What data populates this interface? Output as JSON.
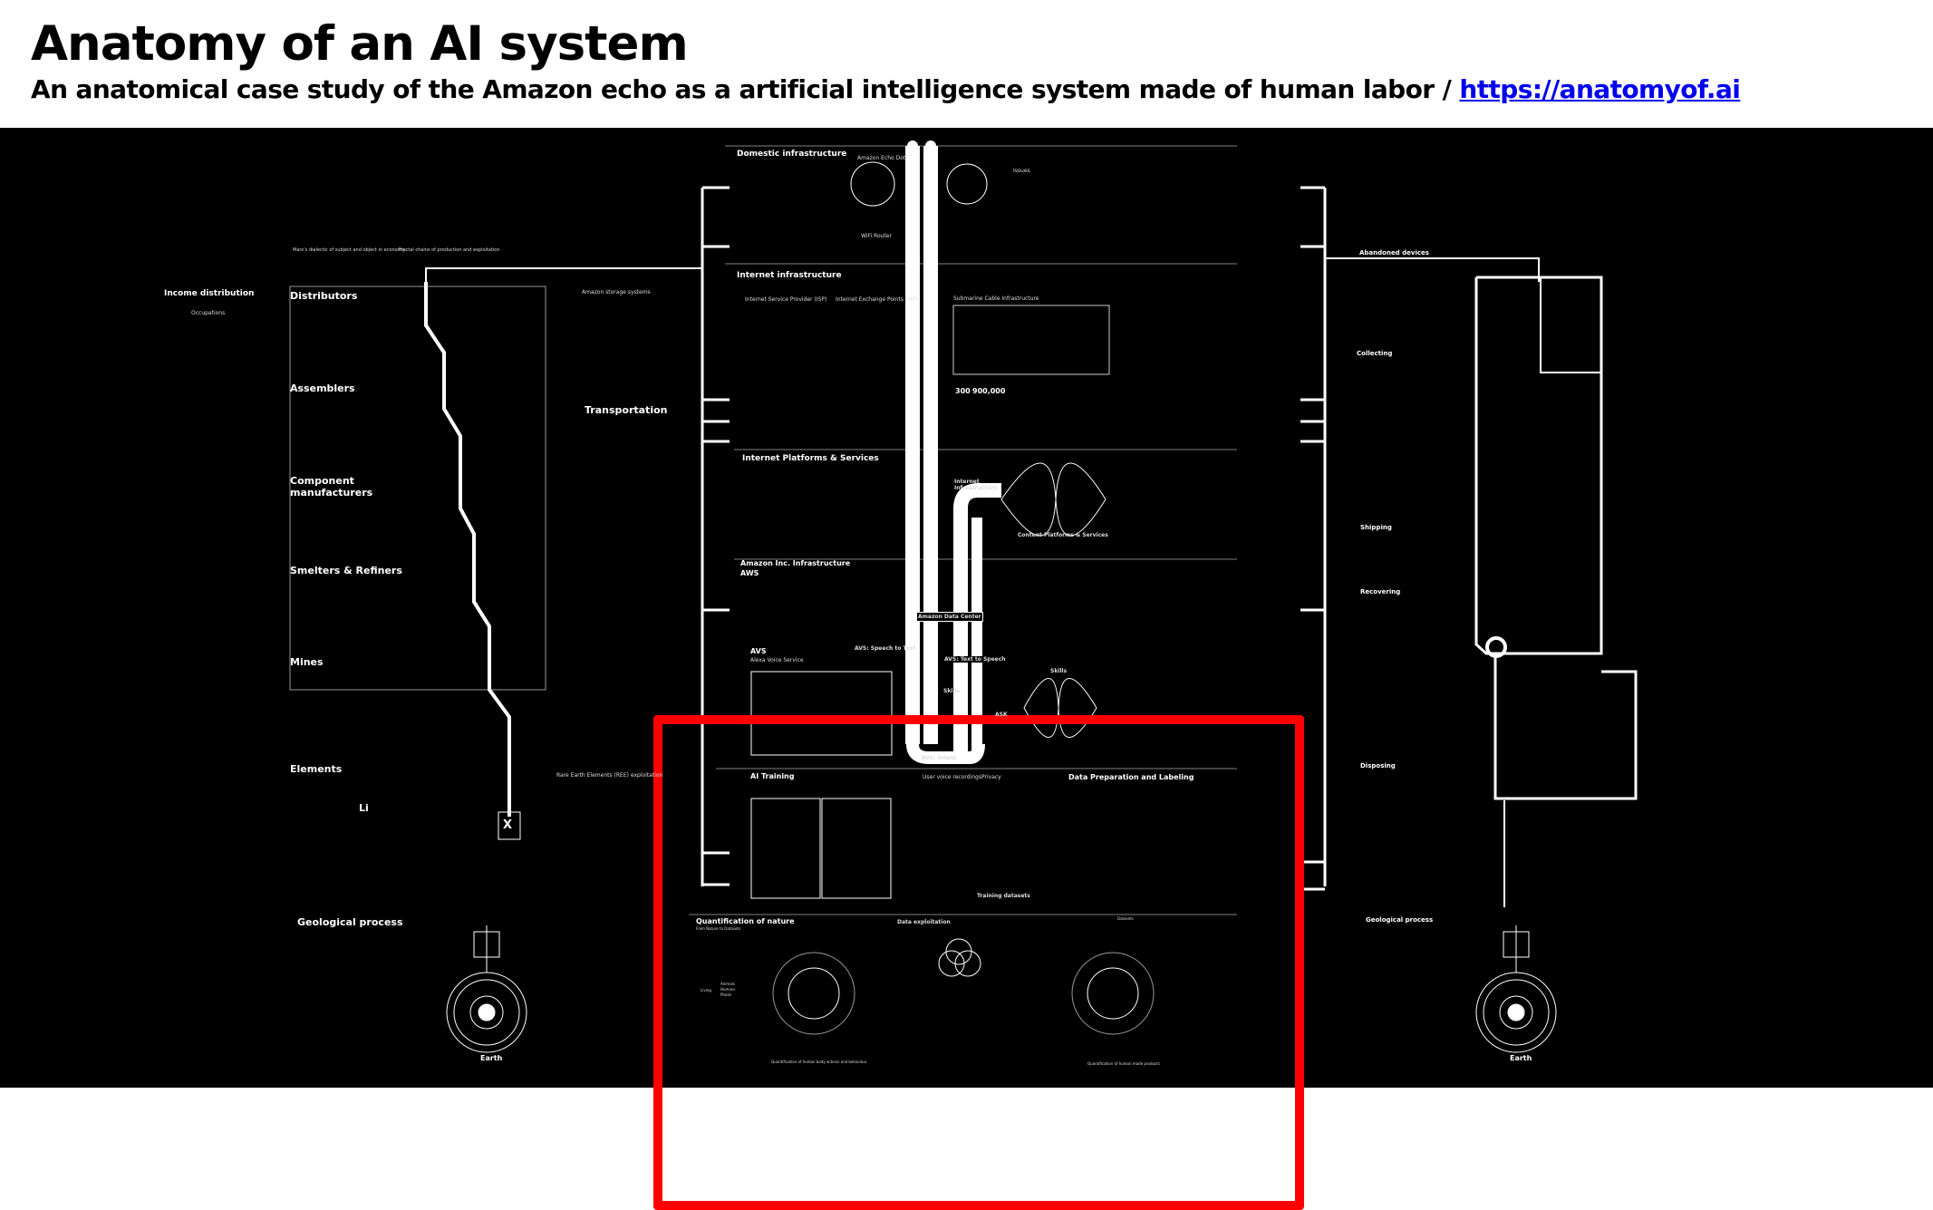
{
  "header": {
    "title": "Anatomy of an AI system",
    "subtitle": "An anatomical case study of the Amazon echo as a artificial intelligence system made of human labor /",
    "link_text": "https://anatomyof.ai"
  },
  "colors": {
    "highlight": "#ff0000",
    "poster_bg": "#000000",
    "link": "#0000ee"
  },
  "left_column": {
    "income_distribution": "Income distribution",
    "occupations": "Occupations",
    "marx_caption": "Marx's dialectic of subject and object in economy",
    "fractal_caption": "Fractal chains of production and exploitation",
    "distributors": "Distributors",
    "assemblers": "Assemblers",
    "component_manufacturers": "Component manufacturers",
    "smelters": "Smelters & Refiners",
    "mines": "Mines",
    "elements": "Elements",
    "geological_process": "Geological process",
    "earth": "Earth",
    "amazon_storage": "Amazon storage systems",
    "transportation": "Transportation",
    "ree": "Rare Earth Elements (REE) exploitation",
    "element_symbol": "Li",
    "element_x": "X"
  },
  "center_column": {
    "domestic": "Domestic infrastructure",
    "echo_dot": "Amazon Echo Dot",
    "issues": "Issues",
    "wifi_router": "WiFi Router",
    "internet_infra": "Internet infrastructure",
    "isp": "Internet Service Provider (ISP)",
    "ixp": "Internet Exchange Points (IXP)",
    "submarine": "Submarine Cable Infrastructure",
    "stat_300": "300",
    "stat_900000": "900,000",
    "platforms": "Internet Platforms & Services",
    "internet_infrastructure_node": "Internet Infrastructure",
    "content_platforms": "Content Platforms & Services",
    "amazon_infra": "Amazon Inc. Infrastructure",
    "aws": "AWS",
    "amazon_data_center": "Amazon Data Center",
    "avs": "AVS",
    "avs_full": "Alexa Voice Service",
    "avs_stt": "AVS: Speech to Text",
    "avs_tts": "AVS: Text to Speech",
    "skills": "Skills",
    "ask": "ASK",
    "avs_intent": "AVS: Intent",
    "ai_training": "AI Training",
    "user_voice": "User voice recordings",
    "privacy": "Privacy",
    "training_datasets": "Training datasets",
    "data_prep": "Data Preparation and Labeling",
    "quant_nature": "Quantification of nature",
    "quant_sub": "From Nature to Datasets",
    "data_exploitation": "Data exploitation",
    "living": "Living",
    "animals": "Animals",
    "humans": "Humans",
    "plants": "Plants",
    "quant_human_caption": "Quantification of human body actions and behaviour",
    "quant_made_caption": "Quantification of human made products",
    "datasets": "Datasets"
  },
  "right_column": {
    "abandoned": "Abandoned devices",
    "collecting": "Collecting",
    "shipping": "Shipping",
    "recovering": "Recovering",
    "disposing": "Disposing",
    "geological_process": "Geological process",
    "earth": "Earth"
  }
}
